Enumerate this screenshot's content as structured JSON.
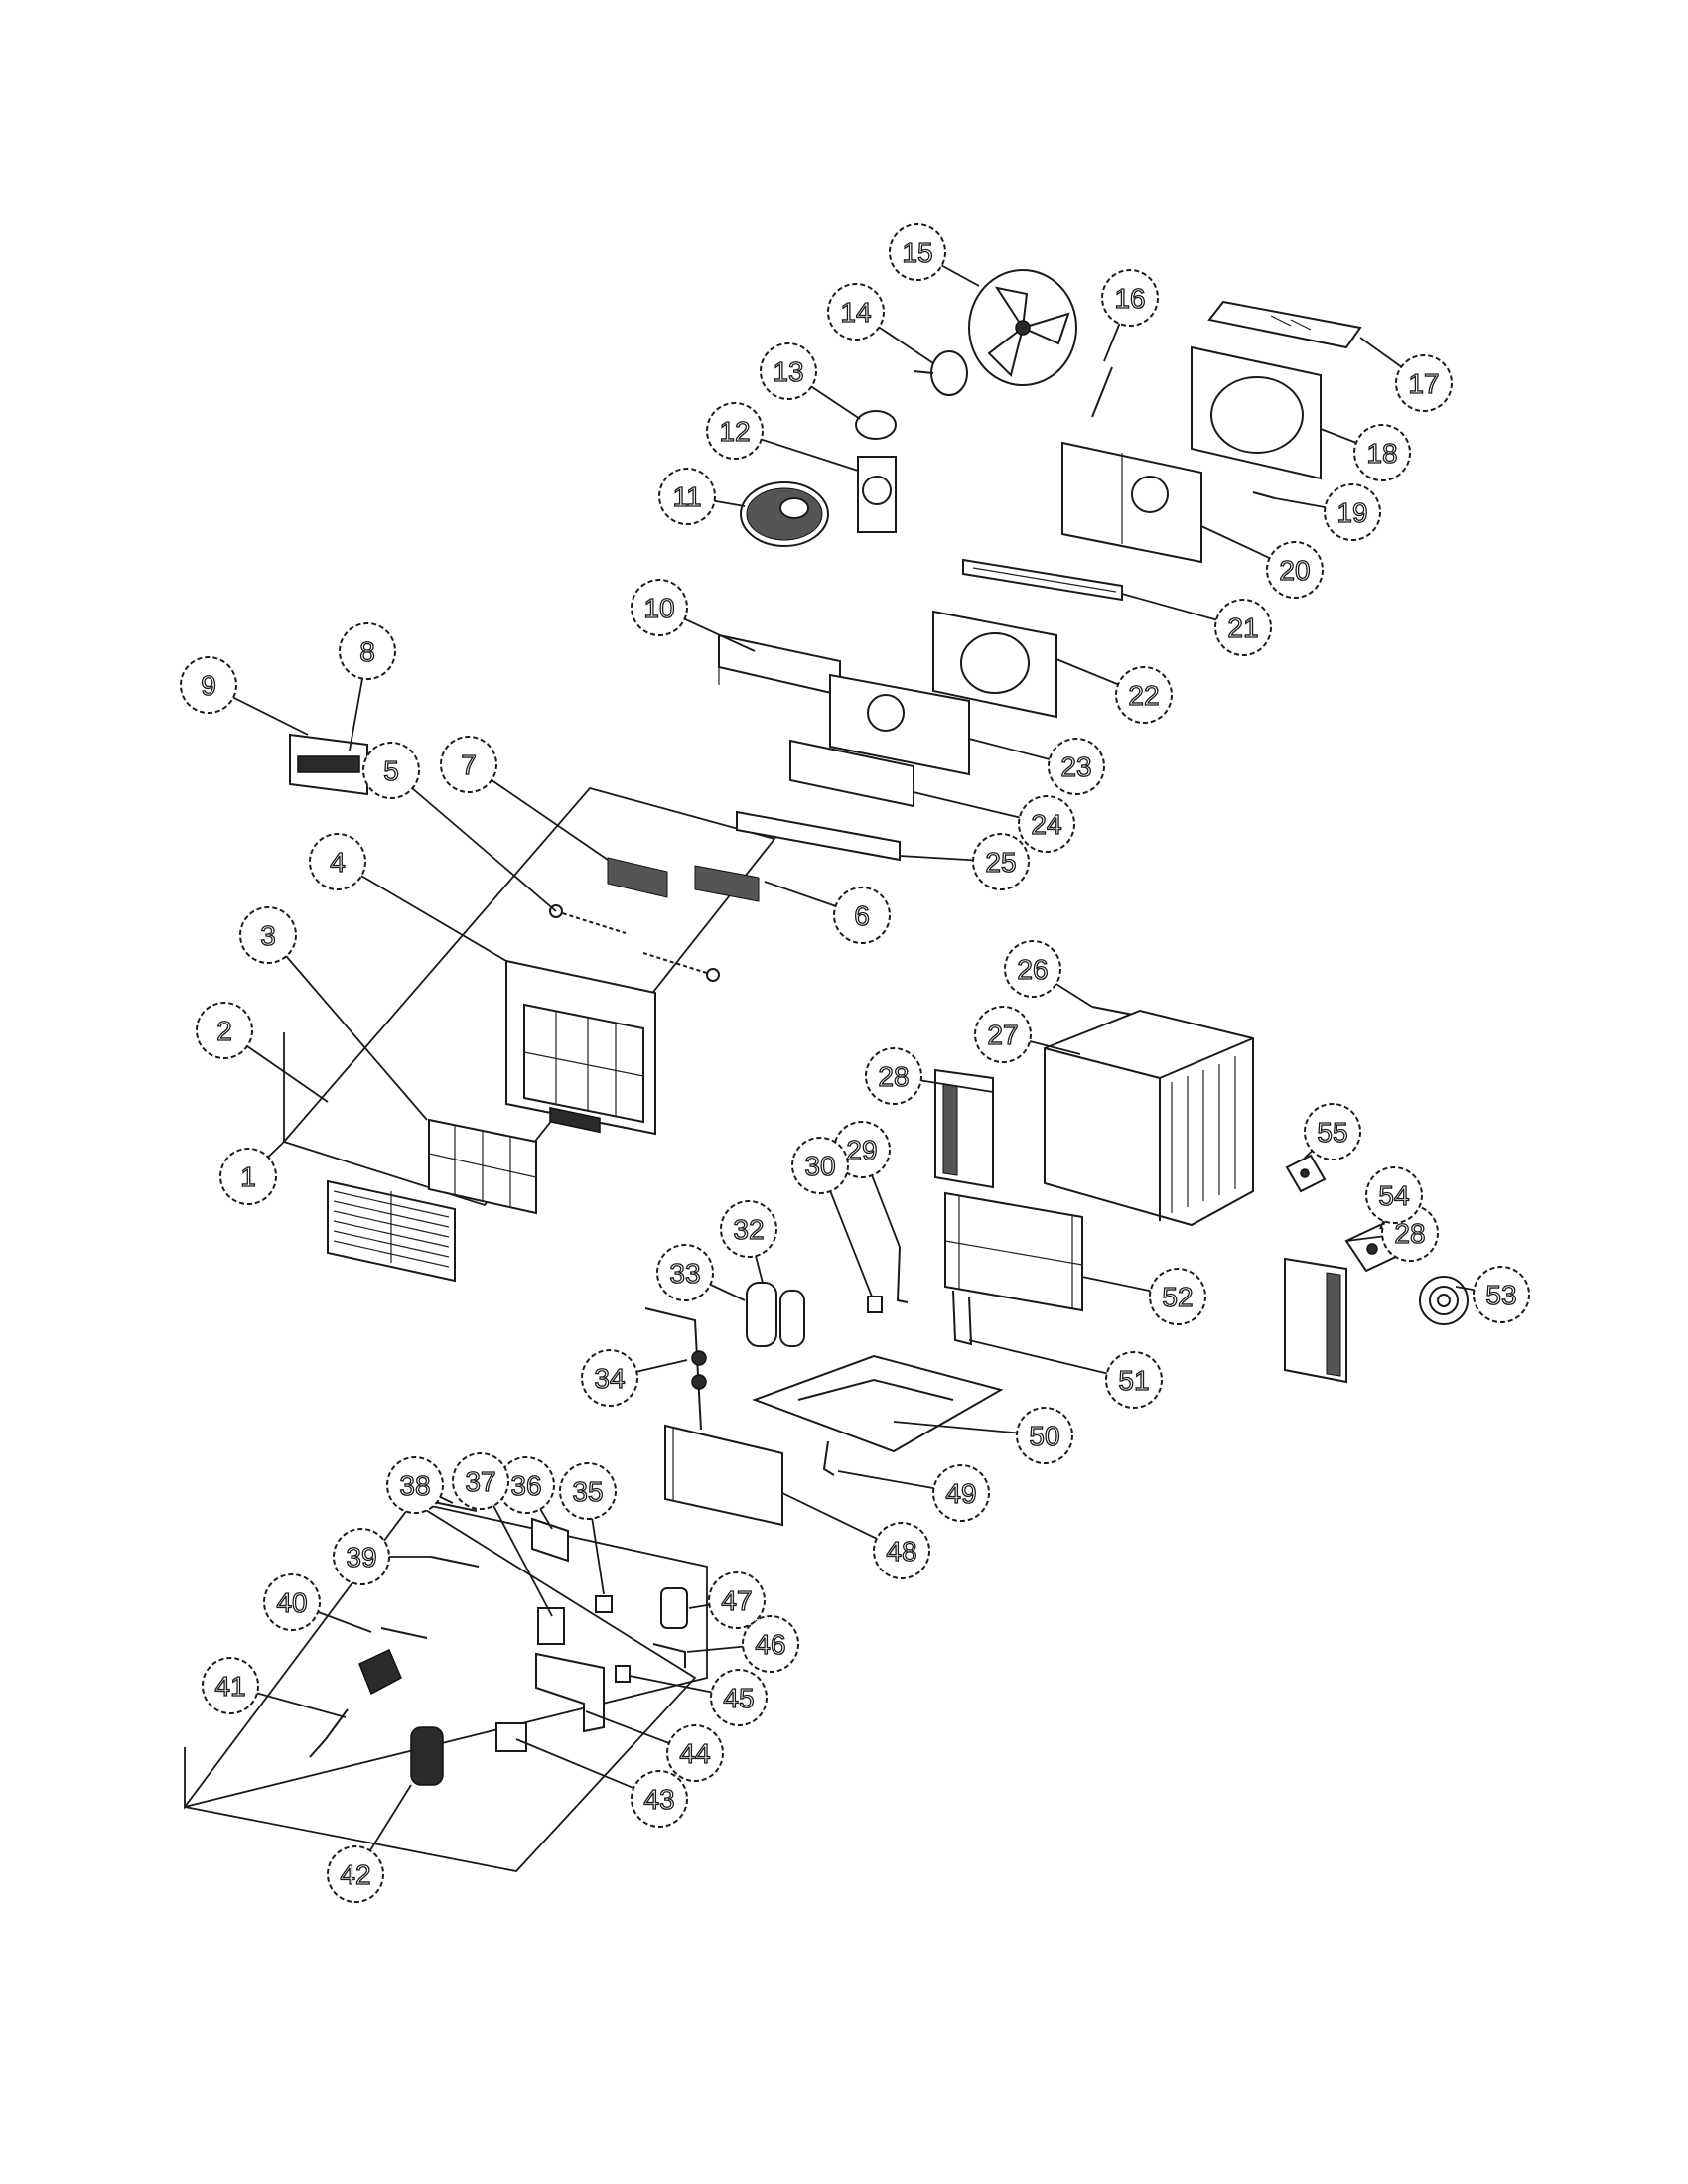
{
  "callouts": [
    {
      "label": "1"
    },
    {
      "label": "2"
    },
    {
      "label": "3"
    },
    {
      "label": "4"
    },
    {
      "label": "5"
    },
    {
      "label": "6"
    },
    {
      "label": "7"
    },
    {
      "label": "8"
    },
    {
      "label": "9"
    },
    {
      "label": "10"
    },
    {
      "label": "11"
    },
    {
      "label": "12"
    },
    {
      "label": "13"
    },
    {
      "label": "14"
    },
    {
      "label": "15"
    },
    {
      "label": "16"
    },
    {
      "label": "17"
    },
    {
      "label": "18"
    },
    {
      "label": "19"
    },
    {
      "label": "20"
    },
    {
      "label": "21"
    },
    {
      "label": "22"
    },
    {
      "label": "23"
    },
    {
      "label": "24"
    },
    {
      "label": "25"
    },
    {
      "label": "26"
    },
    {
      "label": "27"
    },
    {
      "label": "28"
    },
    {
      "label": "28"
    },
    {
      "label": "29"
    },
    {
      "label": "30"
    },
    {
      "label": "32"
    },
    {
      "label": "33"
    },
    {
      "label": "34"
    },
    {
      "label": "35"
    },
    {
      "label": "36"
    },
    {
      "label": "37"
    },
    {
      "label": "38"
    },
    {
      "label": "39"
    },
    {
      "label": "40"
    },
    {
      "label": "41"
    },
    {
      "label": "42"
    },
    {
      "label": "43"
    },
    {
      "label": "44"
    },
    {
      "label": "45"
    },
    {
      "label": "46"
    },
    {
      "label": "47"
    },
    {
      "label": "48"
    },
    {
      "label": "49"
    },
    {
      "label": "50"
    },
    {
      "label": "51"
    },
    {
      "label": "52"
    },
    {
      "label": "53"
    },
    {
      "label": "54"
    },
    {
      "label": "55"
    }
  ]
}
